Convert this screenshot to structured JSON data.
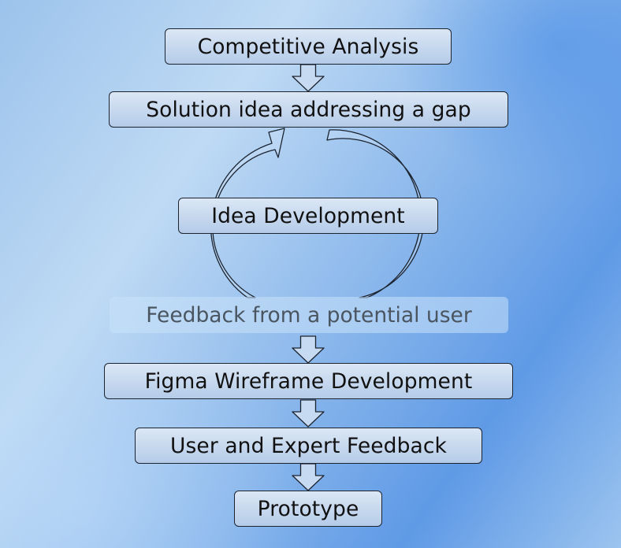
{
  "diagram": {
    "steps": {
      "competitive_analysis": "Competitive Analysis",
      "solution_idea": "Solution idea addressing a gap",
      "idea_development": "Idea Development",
      "user_feedback_note": "Feedback from a potential user",
      "figma_wireframe": "Figma Wireframe Development",
      "user_expert_feedback": "User and Expert Feedback",
      "prototype": "Prototype"
    }
  }
}
